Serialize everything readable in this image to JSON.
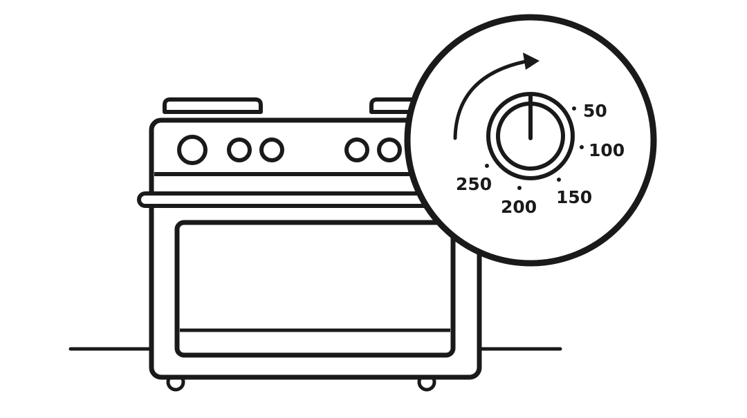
{
  "colors": {
    "ink": "#1a1a1a",
    "background": "#ffffff"
  },
  "dial": {
    "labels": {
      "t50": "50",
      "t100": "100",
      "t150": "150",
      "t200": "200",
      "t250": "250"
    }
  }
}
